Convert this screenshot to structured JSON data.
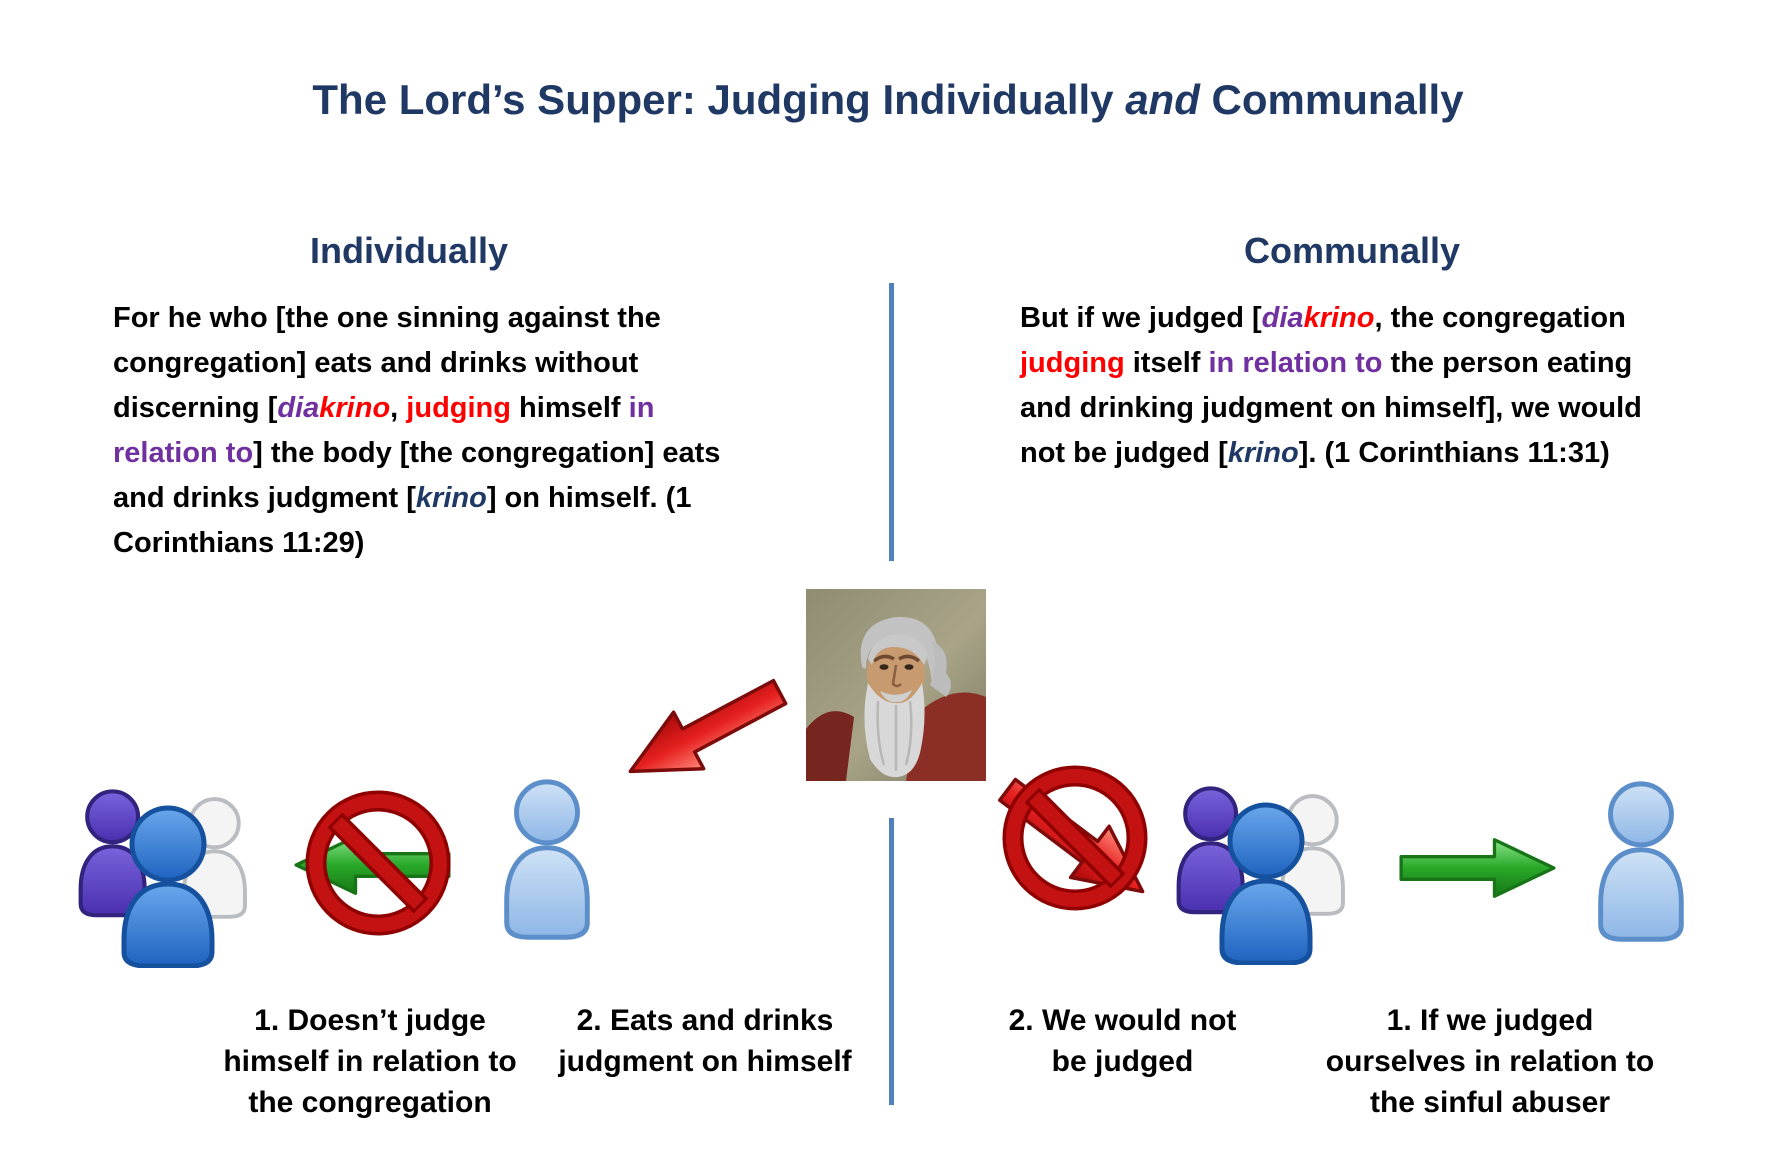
{
  "slide": {
    "title": {
      "pre": "The Lord’s Supper: Judging Individually ",
      "emphasis": "and",
      "post": " Communally"
    }
  },
  "left_column": {
    "heading": "Individually",
    "segments": [
      {
        "text": "For he who [the one sinning against the congregation] eats and drinks without discerning [",
        "style": "t-black"
      },
      {
        "text": "dia",
        "style": "t-purple-i"
      },
      {
        "text": "krino",
        "style": "t-red-i"
      },
      {
        "text": ", ",
        "style": "t-black"
      },
      {
        "text": "judging",
        "style": "t-red"
      },
      {
        "text": " himself ",
        "style": "t-black"
      },
      {
        "text": "in relation to",
        "style": "t-purple"
      },
      {
        "text": "] the body [the congregation] eats and drinks judgment [",
        "style": "t-black"
      },
      {
        "text": "krino",
        "style": "t-navy-i"
      },
      {
        "text": "] on himself.  (1 Corinthians 11:29)",
        "style": "t-black"
      }
    ],
    "caption_group": "1. Doesn’t judge himself in relation to the congregation",
    "caption_person": "2. Eats and drinks judgment on himself"
  },
  "right_column": {
    "heading": "Communally",
    "segments": [
      {
        "text": "But if we judged [",
        "style": "t-black"
      },
      {
        "text": "dia",
        "style": "t-purple-i"
      },
      {
        "text": "krino",
        "style": "t-red-i"
      },
      {
        "text": ", the congregation ",
        "style": "t-black"
      },
      {
        "text": "judging",
        "style": "t-red"
      },
      {
        "text": " itself ",
        "style": "t-black"
      },
      {
        "text": "in relation to",
        "style": "t-purple"
      },
      {
        "text": " the person eating and drinking judgment on himself], we would not be judged [",
        "style": "t-black"
      },
      {
        "text": "krino",
        "style": "t-navy-i"
      },
      {
        "text": "]. (1 Corinthians 11:31)",
        "style": "t-black"
      }
    ],
    "caption_no": "2. We would not be judged",
    "caption_person": "1. If we judged ourselves in relation to the sinful abuser"
  },
  "icons": {
    "god_portrait": "god-the-father-painting",
    "group_people": "congregation-group-icon",
    "single_person": "individual-person-icon",
    "prohibition": "no-symbol-icon",
    "green_arrow_left": "arrow-left-icon",
    "green_arrow_right": "arrow-right-icon",
    "red_arrow_down_left": "arrow-down-left-icon",
    "red_arrow_down_right": "arrow-down-right-icon"
  },
  "colors": {
    "heading_navy": "#1F3864",
    "body_text": "#000000",
    "red_text": "#FF0000",
    "purple_text": "#7030A0",
    "krino_navy": "#1F3864",
    "divider_blue": "#4F81BD",
    "green_arrow": "#28A828",
    "red_arrow": "#E62020",
    "prohibition_red": "#C00000"
  }
}
